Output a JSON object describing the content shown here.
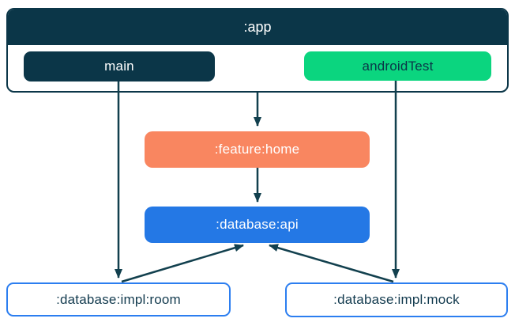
{
  "diagram": {
    "type": "module-dependency-graph",
    "colors": {
      "background": "#FFFFFF",
      "navy": "#0B3648",
      "green": "#0BD57F",
      "orange": "#F98660",
      "blue": "#2478E5",
      "impl_border_blue": "#2C7EF0",
      "arrow": "#12404E"
    },
    "app": {
      "title": ":app",
      "source_sets": [
        {
          "id": "main",
          "label": "main",
          "color": "#0B3648"
        },
        {
          "id": "androidTest",
          "label": "androidTest",
          "color": "#0BD57F"
        }
      ]
    },
    "nodes": [
      {
        "id": "feature-home",
        "label": ":feature:home",
        "color": "#F98660"
      },
      {
        "id": "database-api",
        "label": ":database:api",
        "color": "#2478E5"
      },
      {
        "id": "database-impl-room",
        "label": ":database:impl:room",
        "color": "#FFFFFF"
      },
      {
        "id": "database-impl-mock",
        "label": ":database:impl:mock",
        "color": "#FFFFFF"
      }
    ],
    "edges": [
      {
        "from": ":app",
        "to": ":feature:home"
      },
      {
        "from": ":feature:home",
        "to": ":database:api"
      },
      {
        "from": "main",
        "to": ":database:impl:room"
      },
      {
        "from": "androidTest",
        "to": ":database:impl:mock"
      },
      {
        "from": ":database:impl:room",
        "to": ":database:api"
      },
      {
        "from": ":database:impl:mock",
        "to": ":database:api"
      }
    ]
  }
}
